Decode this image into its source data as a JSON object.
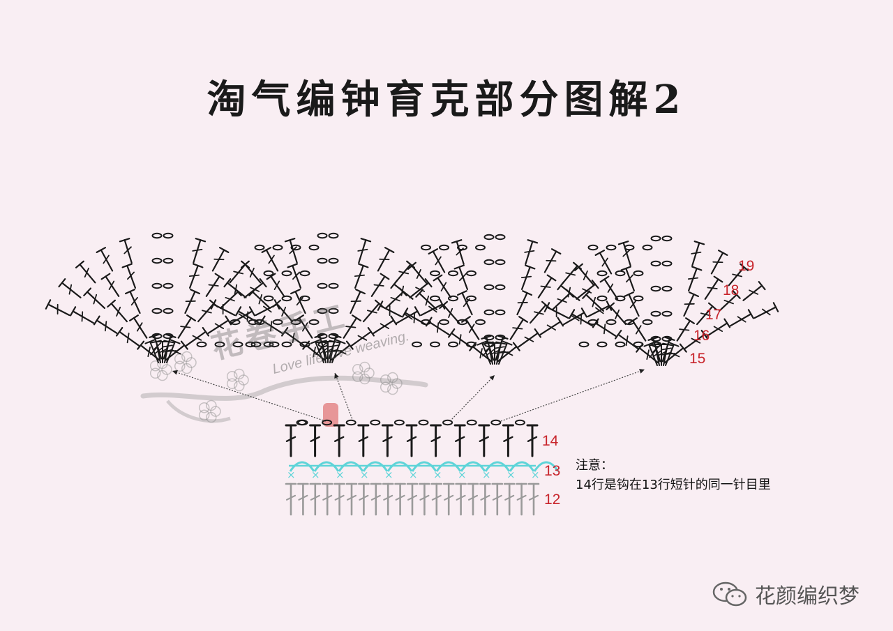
{
  "title": "淘气编钟育克部分图解2",
  "row_labels": [
    "12",
    "13",
    "14",
    "15",
    "16",
    "17",
    "18",
    "19"
  ],
  "note": {
    "heading": "注意：",
    "text": "14行是钩在13行短针的同一针目里"
  },
  "watermark": {
    "name": "花卷手工",
    "tagline": "Love life love weaving."
  },
  "footer": {
    "icon": "wechat-icon",
    "account": "花颜编织梦"
  },
  "colors": {
    "background": "#f9eef3",
    "stitch": "#1a1a1a",
    "row12": "#9a9a9a",
    "row13": "#5fd4d8",
    "row_label": "#c8242b",
    "watermark": "#8a8a8a",
    "seal": "#e07070"
  }
}
